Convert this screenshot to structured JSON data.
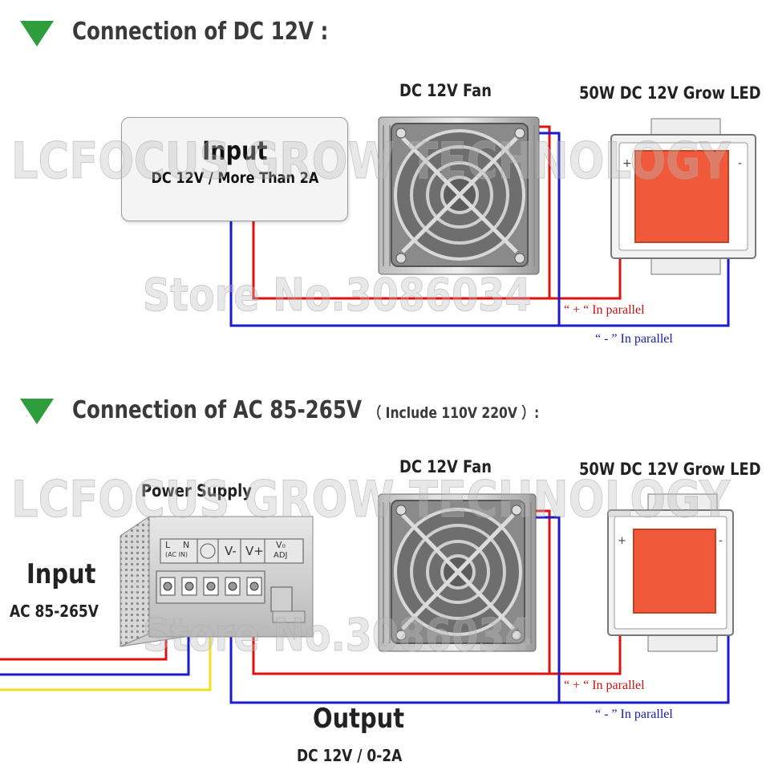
{
  "watermarks": {
    "brand": "LCFOCUS GROW TECHNOLOGY",
    "store": "Store No.3086034"
  },
  "dc_section": {
    "heading": "Connection of DC 12V :",
    "input_title": "Input",
    "input_spec": "DC 12V / More Than 2A",
    "fan_label": "DC 12V Fan",
    "led_label": "50W DC 12V Grow LED",
    "positive_note": "“ + “ In parallel",
    "negative_note": "“ - ” In parallel"
  },
  "ac_section": {
    "heading": "Connection of AC 85-265V",
    "heading_note": "（ Include 110V 220V ）:",
    "power_supply_label": "Power Supply",
    "input_title": "Input",
    "input_spec": "AC 85-265V",
    "fan_label": "DC 12V Fan",
    "led_label": "50W DC 12V Grow LED",
    "output_title": "Output",
    "output_spec": "DC 12V / 0-2A",
    "positive_note": "“ + “ In parallel",
    "negative_note": "“ - ” In parallel",
    "terminal_labels": {
      "l": "L",
      "n": "N",
      "ac_in": "(AC IN)",
      "v_minus": "V-",
      "v_plus": "V+",
      "vo": "V₀",
      "adj": "ADJ"
    }
  },
  "colors": {
    "accent_triangle": "#2e9d3b",
    "positive_wire": "#e01010",
    "negative_wire": "#1a1ad0",
    "ground_wire": "#f0e020",
    "led_chip": "#f05a3a"
  }
}
